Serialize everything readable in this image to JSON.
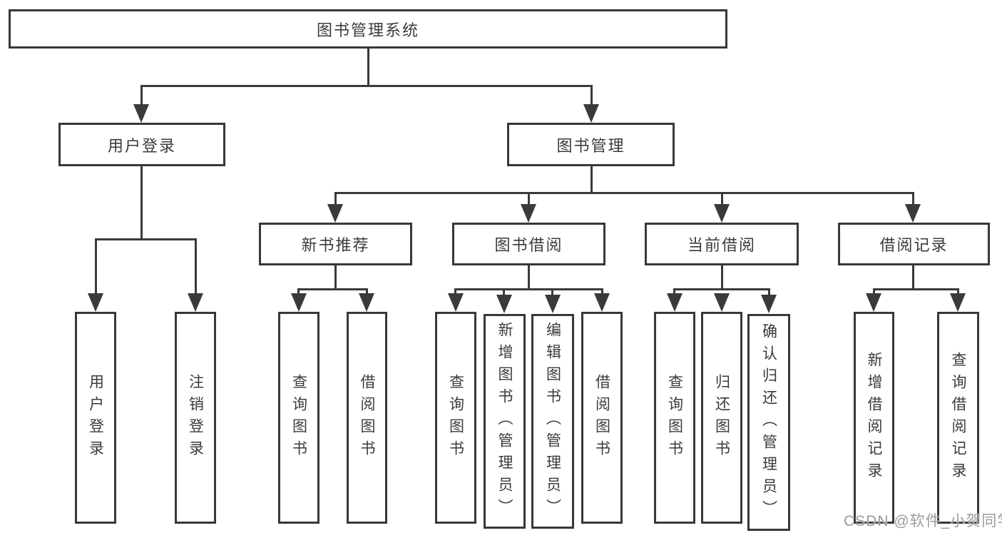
{
  "diagram": {
    "root": {
      "label": "图书管理系统"
    },
    "branches": [
      {
        "label": "用户登录",
        "leaves": [
          {
            "label": "用户登录"
          },
          {
            "label": "注销登录"
          }
        ]
      },
      {
        "label": "图书管理",
        "groups": [
          {
            "label": "新书推荐",
            "leaves": [
              {
                "label": "查询图书"
              },
              {
                "label": "借阅图书"
              }
            ]
          },
          {
            "label": "图书借阅",
            "leaves": [
              {
                "label": "查询图书"
              },
              {
                "label": "新增图书（管理员）"
              },
              {
                "label": "编辑图书（管理员）"
              },
              {
                "label": "借阅图书"
              }
            ]
          },
          {
            "label": "当前借阅",
            "leaves": [
              {
                "label": "查询图书"
              },
              {
                "label": "归还图书"
              },
              {
                "label": "确认归还（管理员）"
              }
            ]
          },
          {
            "label": "借阅记录",
            "leaves": [
              {
                "label": "新增借阅记录"
              },
              {
                "label": "查询借阅记录"
              }
            ]
          }
        ]
      }
    ]
  },
  "watermark": {
    "text": "CSDN @软件_小贺同学"
  },
  "colors": {
    "line": "#3a3a3a",
    "border": "#383838",
    "text": "#3b3b3b",
    "box_background": "#ffffff",
    "watermark": "#9b9b9b"
  }
}
